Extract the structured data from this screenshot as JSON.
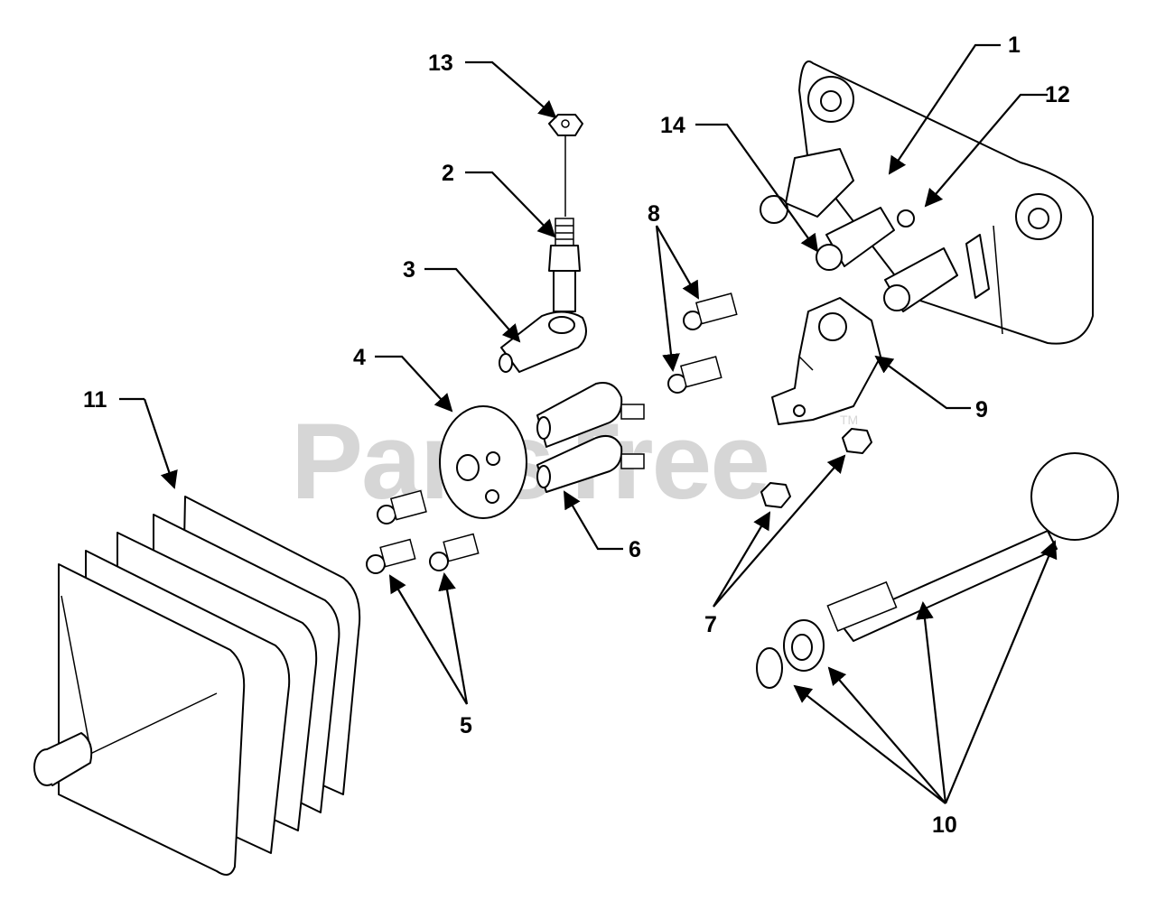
{
  "watermark": {
    "text": "PartsTree",
    "trademark": "TM"
  },
  "callouts": {
    "c1": "1",
    "c2": "2",
    "c3": "3",
    "c4": "4",
    "c5": "5",
    "c6": "6",
    "c7": "7",
    "c8": "8",
    "c9": "9",
    "c10": "10",
    "c11": "11",
    "c12": "12",
    "c13": "13",
    "c14": "14"
  },
  "colors": {
    "line": "#000000",
    "background": "#ffffff",
    "watermark": "#d6d6d6"
  }
}
